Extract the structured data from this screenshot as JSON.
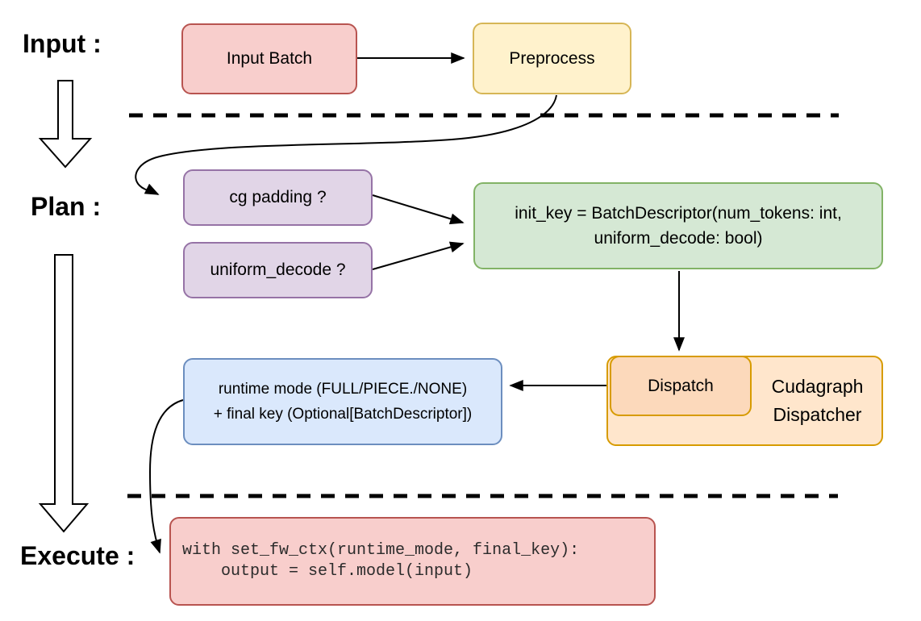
{
  "stage_labels": {
    "input": "Input :",
    "plan": "Plan :",
    "execute": "Execute :"
  },
  "nodes": {
    "input_batch": {
      "label": "Input Batch"
    },
    "preprocess": {
      "label": "Preprocess"
    },
    "cg_padding": {
      "label": "cg padding ?"
    },
    "uniform_decode": {
      "label": "uniform_decode ?"
    },
    "init_key": {
      "line1": "init_key = BatchDescriptor(num_tokens: int,",
      "line2": "uniform_decode: bool)"
    },
    "runtime_mode": {
      "line1": "runtime mode (FULL/PIECE./NONE)",
      "line2": "+ final key (Optional[BatchDescriptor])"
    },
    "dispatch": {
      "label": "Dispatch"
    },
    "cudagraph_dispatcher": {
      "line1": "Cudagraph",
      "line2": "Dispatcher"
    },
    "execute_code": {
      "line1": "with set_fw_ctx(runtime_mode, final_key):",
      "line2": "    output = self.model(input)"
    }
  },
  "colors": {
    "red": {
      "fill": "#f8cecc",
      "stroke": "#b85450"
    },
    "yellow": {
      "fill": "#fff2cc",
      "stroke": "#d6b656"
    },
    "purple": {
      "fill": "#e1d5e7",
      "stroke": "#9673a6"
    },
    "green": {
      "fill": "#d5e8d4",
      "stroke": "#82b366"
    },
    "blue": {
      "fill": "#dae8fc",
      "stroke": "#6c8ebf"
    },
    "orange_light": {
      "fill": "#ffe6cc",
      "stroke": "#d79b00"
    },
    "orange_deep": {
      "fill": "#fcd9bb",
      "stroke": "#d79b00"
    },
    "arrow": "#000000",
    "code_text": "#2b2b2b"
  }
}
